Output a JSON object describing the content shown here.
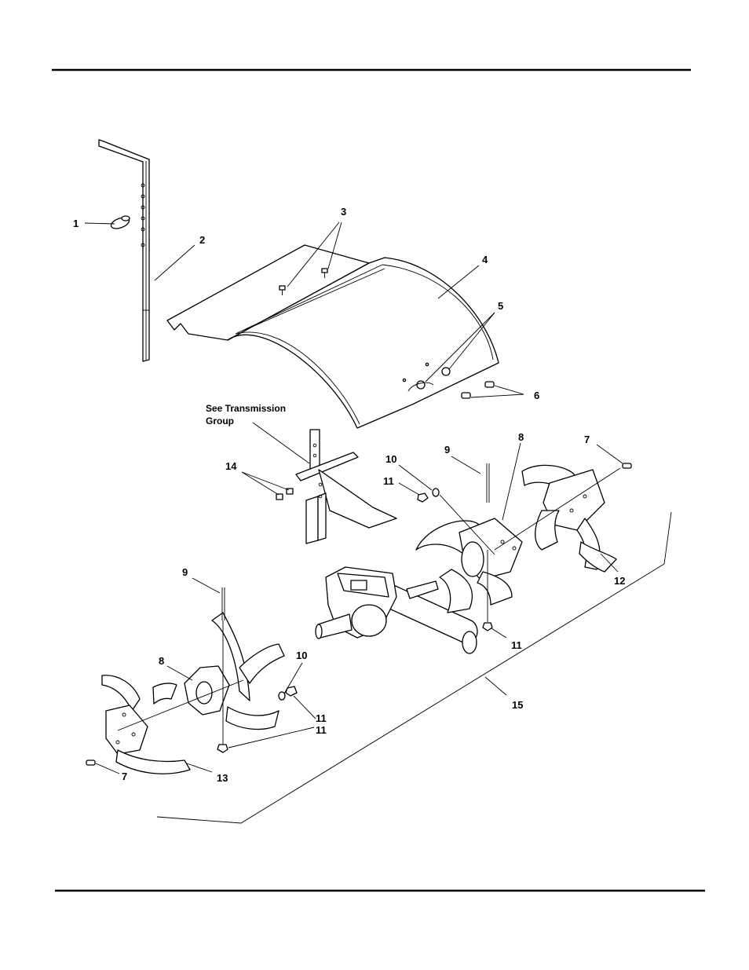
{
  "callouts": {
    "c1": "1",
    "c2": "2",
    "c3": "3",
    "c4": "4",
    "c5": "5",
    "c6": "6",
    "c7a": "7",
    "c7b": "7",
    "c8a": "8",
    "c8b": "8",
    "c9a": "9",
    "c9b": "9",
    "c10a": "10",
    "c10b": "10",
    "c11a": "11",
    "c11b": "11",
    "c11c": "11",
    "c11d": "11",
    "c12": "12",
    "c13": "13",
    "c14": "14",
    "c15": "15"
  },
  "note": {
    "line1": "See Transmission",
    "line2": "Group"
  }
}
